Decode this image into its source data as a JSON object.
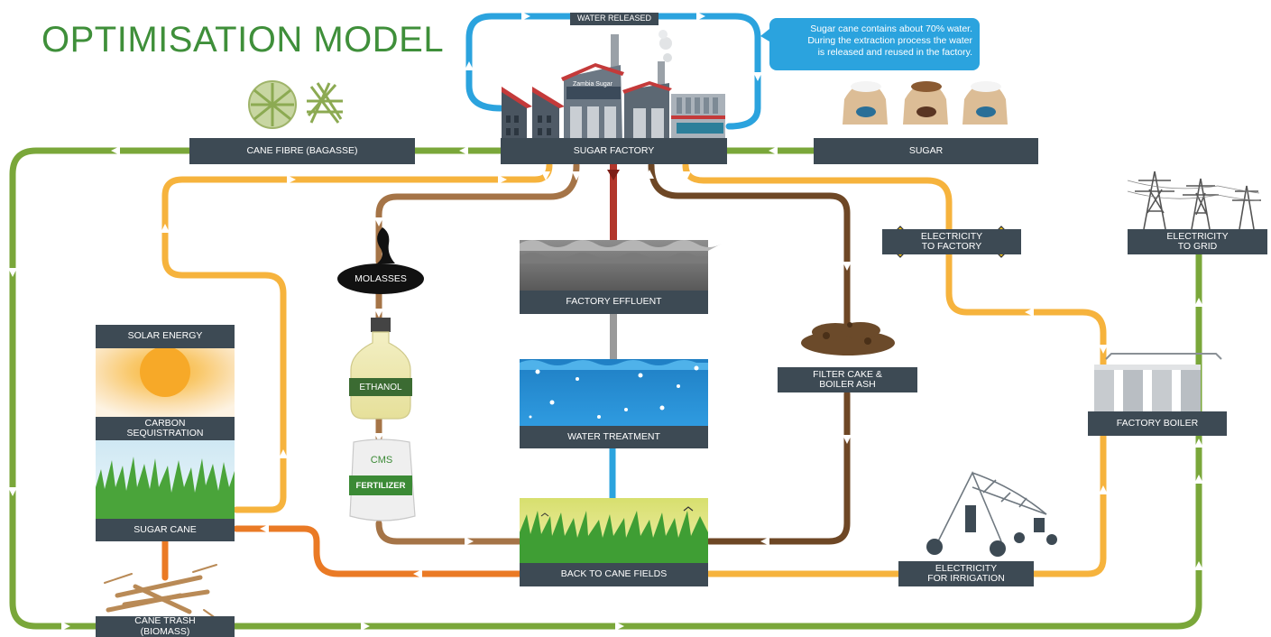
{
  "title": "OPTIMISATION MODEL",
  "labels": {
    "water_released": "WATER RELEASED",
    "cane_fibre": "CANE FIBRE (BAGASSE)",
    "sugar_factory": "SUGAR FACTORY",
    "sugar": "SUGAR",
    "electricity_to_factory": "ELECTRICITY\nTO FACTORY",
    "electricity_to_grid": "ELECTRICITY\nTO GRID",
    "molasses": "MOLASSES",
    "factory_effluent": "FACTORY EFFLUENT",
    "solar_energy": "SOLAR ENERGY",
    "ethanol": "ETHANOL",
    "filter_cake": "FILTER CAKE &\nBOILER ASH",
    "carbon_sequestration": "CARBON\nSEQUISTRATION",
    "water_treatment": "WATER TREATMENT",
    "factory_boiler": "FACTORY BOILER",
    "cms": "CMS",
    "fertilizer": "FERTILIZER",
    "sugar_cane": "SUGAR CANE",
    "back_to_cane_fields": "BACK TO CANE FIELDS",
    "electricity_for_irrigation": "ELECTRICITY\nFOR IRRIGATION",
    "cane_trash": "CANE TRASH\n(BIOMASS)",
    "factory_sign": "Zambia Sugar"
  },
  "callout": "Sugar cane contains about 70% water.\nDuring the extraction process the water\nis released and reused in the factory.",
  "colors": {
    "green_flow": "#7aa73a",
    "yellow_flow": "#f6b33d",
    "brown_flow": "#9b6a3d",
    "dark_brown_flow": "#6e4725",
    "orange_flow": "#ea7a25",
    "blue_flow": "#2ba3de",
    "red_flow": "#b2362b",
    "label_bg": "#3d4a54"
  }
}
